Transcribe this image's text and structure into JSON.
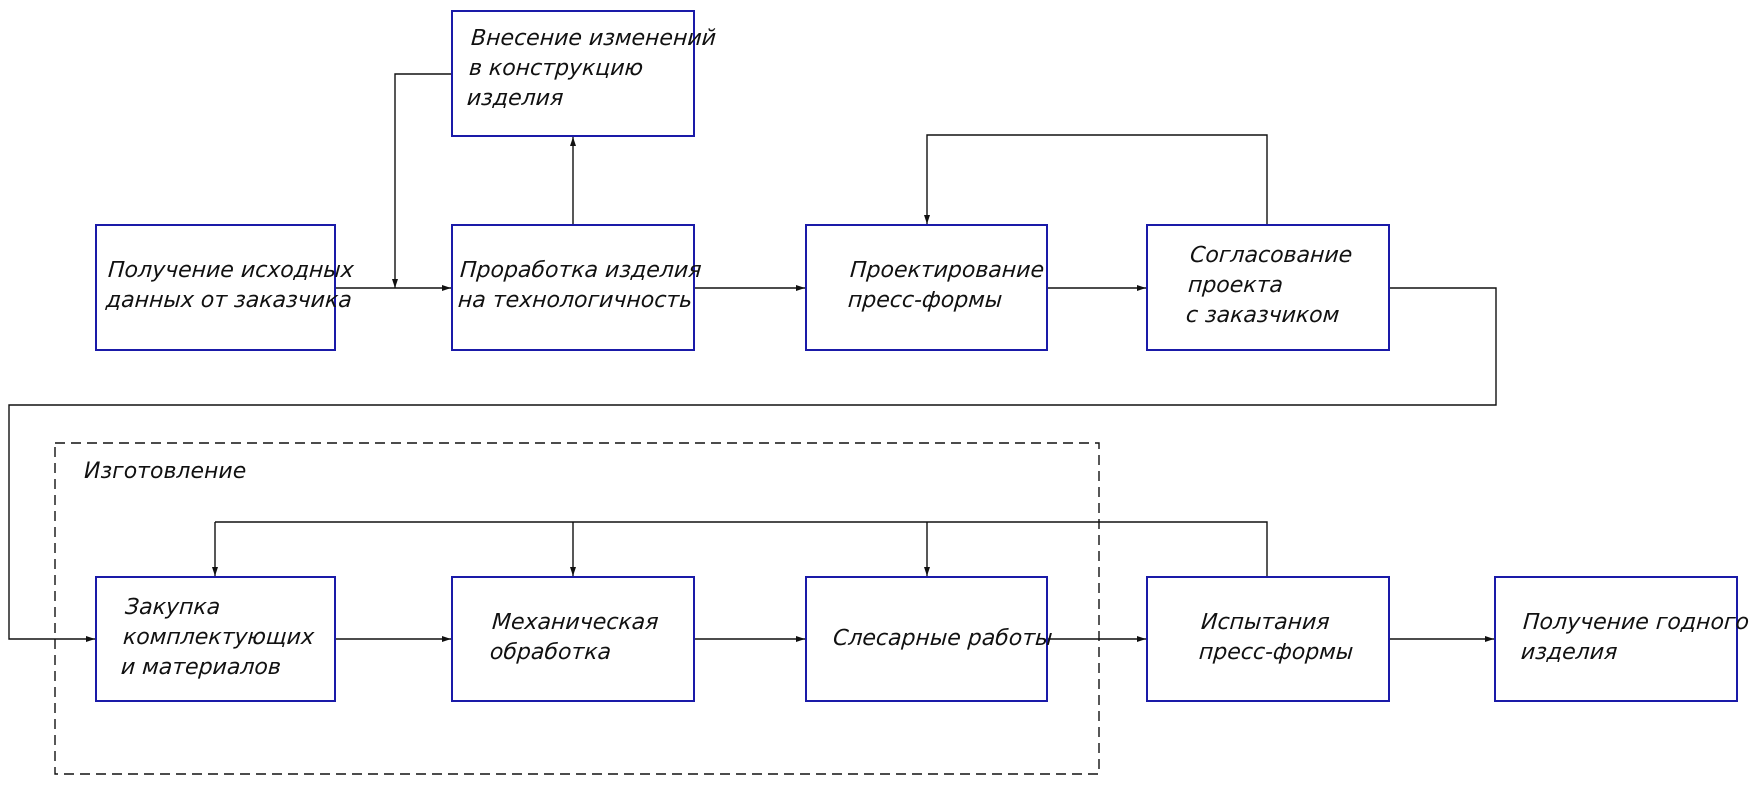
{
  "group": {
    "label": "Изготовление"
  },
  "blocks": {
    "b1": "Получение исходных\nданных от заказчика",
    "b2": "Проработка изделия\nна технологичность",
    "b3": "Внесение изменений\nв конструкцию\nизделия",
    "b4": "Проектирование\nпресс-формы",
    "b5": "Согласование\nпроекта\nс заказчиком",
    "b6": "Закупка\nкомплектующих\nи материалов",
    "b7": "Механическая\nобработка",
    "b8": "Слесарные работы",
    "b9": "Испытания\nпресс-формы",
    "b10": "Получение годного\nизделия"
  },
  "colors": {
    "box_border": "#1a1aa8",
    "line": "#111111",
    "text": "#111111"
  }
}
